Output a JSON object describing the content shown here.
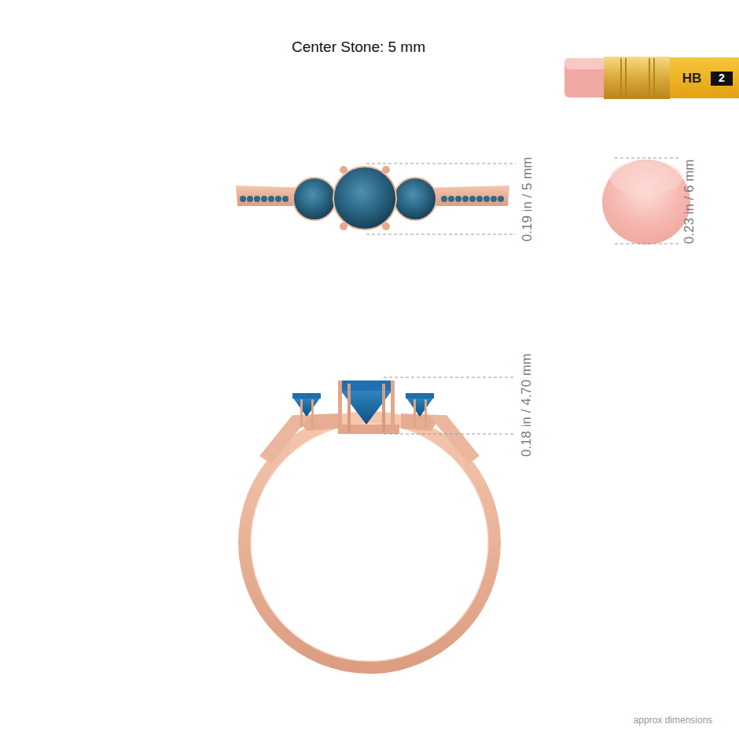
{
  "diagram": {
    "title": "Center Stone: 5 mm",
    "labels": [
      "HB",
      "2",
      "0.19 in / 5 mm",
      "0.23 in / 6 mm",
      "0.18 in / 4.70 mm",
      "approx dimensions"
    ]
  }
}
